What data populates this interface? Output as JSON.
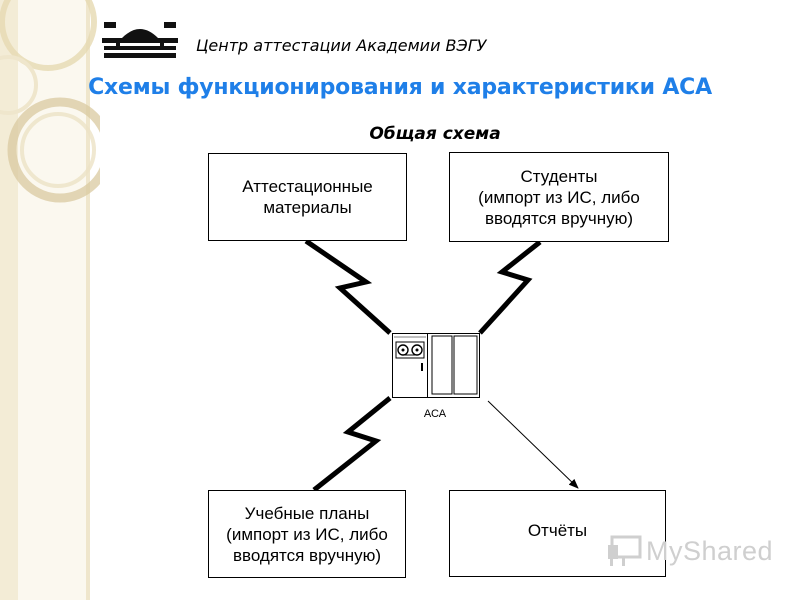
{
  "header": {
    "org_name": "Центр аттестации Академии ВЭГУ",
    "title": "Схемы функционирования и характеристики АСА",
    "subtitle": "Общая схема"
  },
  "diagram": {
    "nodes": [
      {
        "id": "materials",
        "label": "Аттестационные\nматериалы"
      },
      {
        "id": "students",
        "label": "Студенты\n(импорт из ИС, либо\nвводятся вручную)"
      },
      {
        "id": "plans",
        "label": "Учебные планы\n(импорт из ИС, либо\nвводятся вручную)"
      },
      {
        "id": "reports",
        "label": "Отчёты"
      }
    ],
    "center": {
      "label": "АСА"
    },
    "edges": [
      {
        "from": "materials",
        "to": "center",
        "style": "zigzag"
      },
      {
        "from": "students",
        "to": "center",
        "style": "zigzag"
      },
      {
        "from": "plans",
        "to": "center",
        "style": "zigzag"
      },
      {
        "from": "center",
        "to": "reports",
        "style": "arrow"
      }
    ]
  },
  "watermark": {
    "text": "MyShared"
  },
  "colors": {
    "title": "#1f7fe8",
    "accent_gold": "#d9c89a"
  }
}
